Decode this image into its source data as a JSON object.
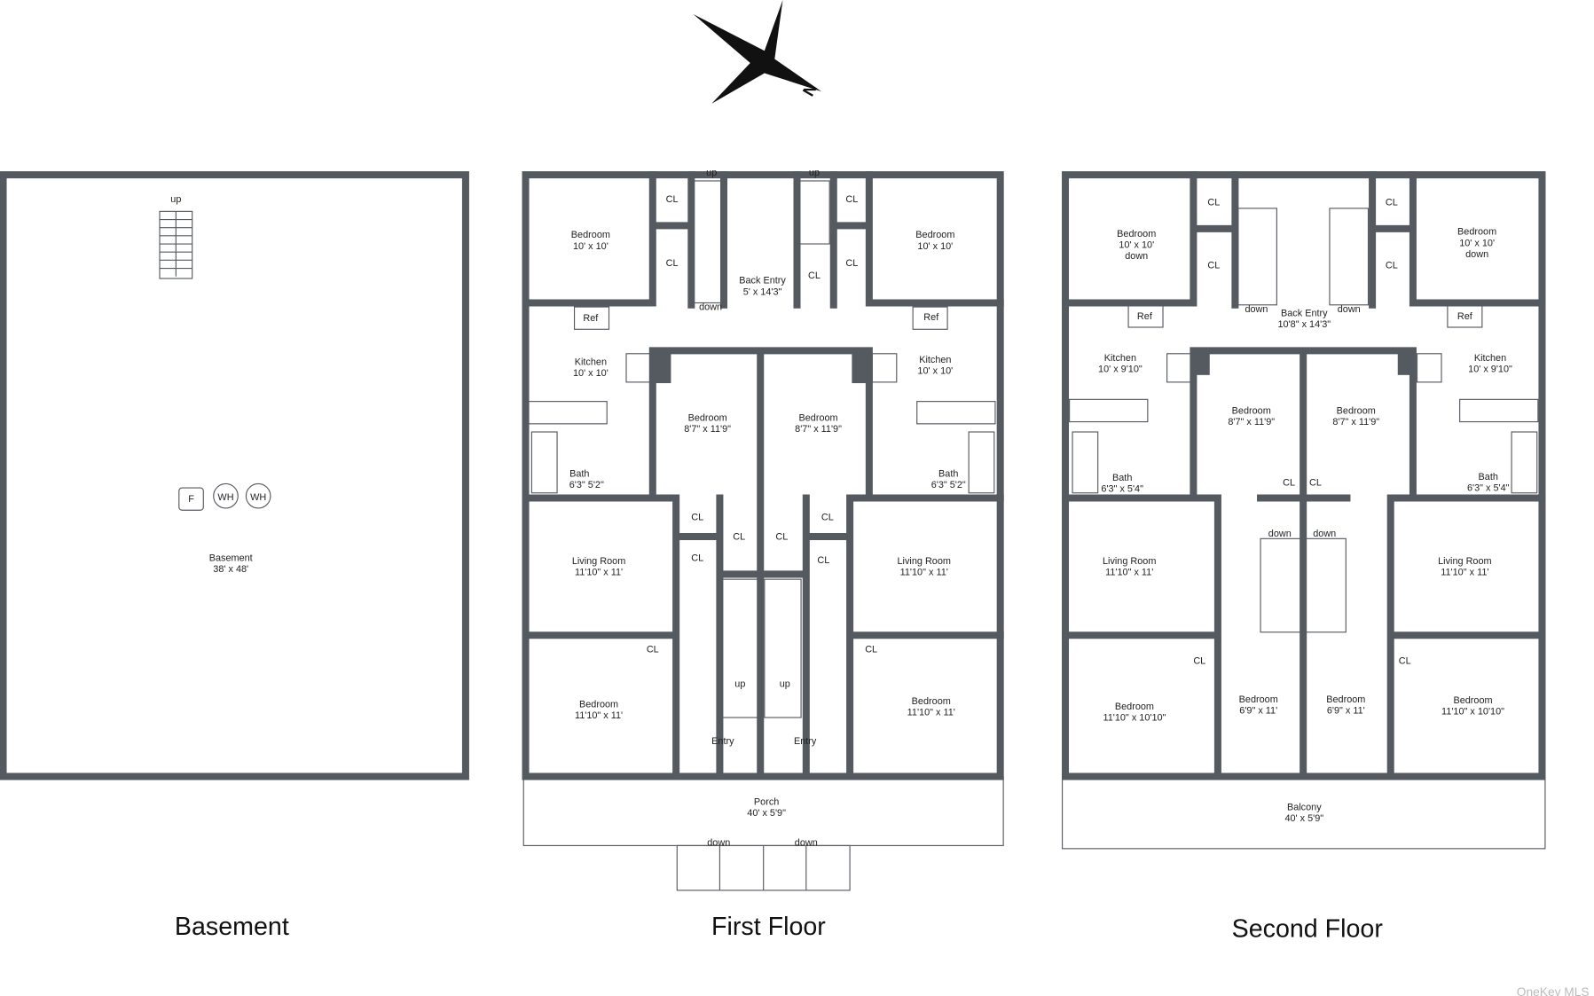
{
  "titles": {
    "basement": "Basement",
    "first_floor": "First Floor",
    "second_floor": "Second Floor"
  },
  "watermark": "OneKey MLS",
  "basement": {
    "labels": [
      "up",
      "F",
      "WH",
      "WH",
      "Basement",
      "38' x 48'"
    ]
  },
  "first_floor": {
    "labels": [
      "up",
      "up",
      "CL",
      "CL",
      "Bedroom",
      "10' x 10'",
      "CL",
      "Bedroom",
      "10' x 10'",
      "CL",
      "CL",
      "Back Entry",
      "5' x 14'3\"",
      "down",
      "Ref",
      "Ref",
      "Kitchen",
      "10' x 10'",
      "Kitchen",
      "10' x 10'",
      "Bedroom",
      "8'7\" x 11'9\"",
      "Bedroom",
      "8'7\" x 11'9\"",
      "Bath",
      "6'3\" 5'2\"",
      "Bath",
      "6'3\" 5'2\"",
      "CL",
      "CL",
      "CL",
      "CL",
      "CL",
      "CL",
      "Living Room",
      "11'10\" x 11'",
      "Living Room",
      "11'10\" x 11'",
      "CL",
      "CL",
      "Bedroom",
      "11'10\" x 11'",
      "Bedroom",
      "11'10\" x 11'",
      "up",
      "up",
      "Entry",
      "Entry",
      "Porch",
      "40' x 5'9\"",
      "down",
      "down"
    ]
  },
  "second_floor": {
    "labels": [
      "CL",
      "CL",
      "Bedroom",
      "10' x 10'",
      "down",
      "Bedroom",
      "10' x 10'",
      "down",
      "CL",
      "CL",
      "down",
      "down",
      "Back Entry",
      "10'8\" x 14'3\"",
      "Ref",
      "Ref",
      "Kitchen",
      "10' x 9'10\"",
      "Kitchen",
      "10' x 9'10\"",
      "Bedroom",
      "8'7\" x 11'9\"",
      "Bedroom",
      "8'7\" x 11'9\"",
      "Bath",
      "6'3\" x 5'4\"",
      "Bath",
      "6'3\" x 5'4\"",
      "CL",
      "CL",
      "down",
      "down",
      "Living Room",
      "11'10\" x 11'",
      "Living Room",
      "11'10\" x 11'",
      "CL",
      "CL",
      "Bedroom",
      "11'10\" x 10'10\"",
      "Bedroom",
      "6'9\" x 11'",
      "Bedroom",
      "6'9\" x 11'",
      "Bedroom",
      "11'10\" x 10'10\"",
      "Balcony",
      "40' x 5'9\""
    ]
  }
}
